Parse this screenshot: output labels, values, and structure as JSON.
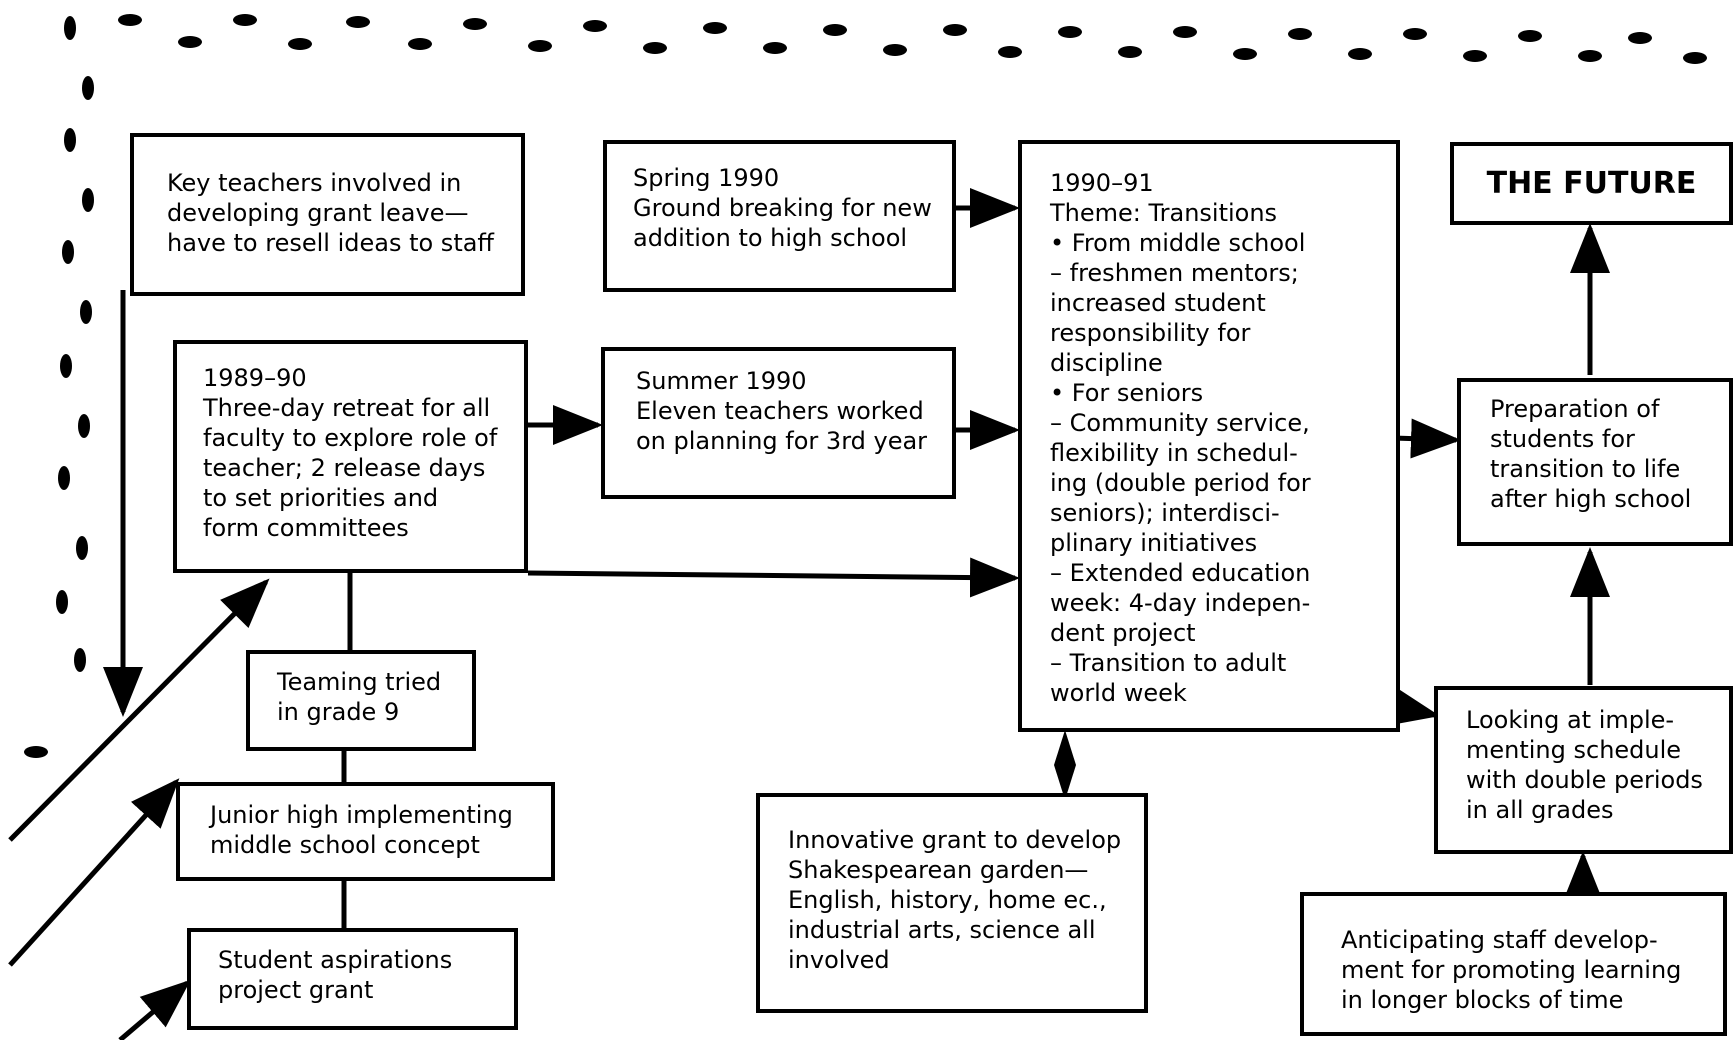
{
  "boxes": {
    "key_teachers": "Key teachers involved in\ndeveloping grant leave—\nhave to resell ideas to staff",
    "spring_1990": "Spring 1990\nGround breaking for new\naddition to high school",
    "theme_1990_91": "1990–91\nTheme: Transitions\n•  From middle school\n   –  freshmen mentors;\n      increased student\n      responsibility for\n      discipline\n•  For seniors\n   – Community service,\n      flexibility in schedul-\n      ing (double period for\n      seniors); interdisci-\n      plinary initiatives\n   –  Extended education\n      week: 4-day indepen-\n      dent project\n   –  Transition to adult\n      world week",
    "the_future": "THE FUTURE",
    "retreat_1989_90": "1989–90\nThree-day retreat for all\nfaculty to explore role of\nteacher; 2 release days\nto set priorities and\nform committees",
    "summer_1990": "Summer 1990\nEleven teachers worked\non planning for 3rd year",
    "preparation": "Preparation of\nstudents for\ntransition to life\nafter high school",
    "teaming": "Teaming tried\nin grade 9",
    "junior_high": "Junior high implementing\nmiddle school concept",
    "student_aspirations": "Student aspirations\nproject grant",
    "innovative_grant": "Innovative grant to develop\nShakespearean garden—\nEnglish, history, home ec.,\nindustrial arts, science all\ninvolved",
    "looking_at_schedule": "Looking at imple-\nmenting schedule\nwith double periods\nin all grades",
    "anticipating_staff": "Anticipating staff develop-\nment for promoting learning\nin longer blocks of time"
  }
}
